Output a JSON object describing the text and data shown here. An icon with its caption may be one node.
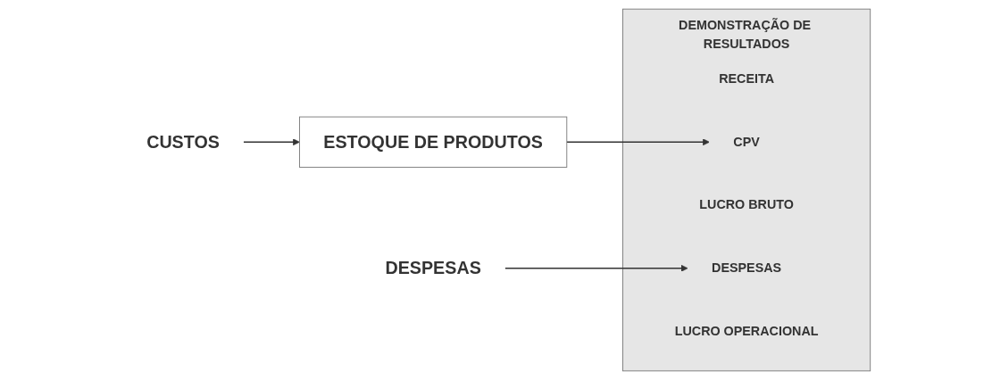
{
  "diagram": {
    "nodes": [
      {
        "text": [
          "DESPESAS"
        ]
      },
      {
        "text": [
          "CUSTOS"
        ]
      },
      {
        "text": [
          "ESTOQUE DE PRODUTOS"
        ]
      },
      {
        "text": [
          "DEMONSTRAÇÃO DE RESULTADOS"
        ]
      },
      {
        "text": [
          "RECEITA"
        ],
        "in": 3
      },
      {
        "text": [
          "CPV"
        ],
        "in": 3
      },
      {
        "text": [
          "LUCRO BRUTO"
        ],
        "in": 3
      },
      {
        "text": [
          "DESPESAS"
        ],
        "in": 3
      },
      {
        "text": [
          "LUCRO OPERACIONAL"
        ],
        "in": 3
      }
    ],
    "edges": [
      {
        "from": 0,
        "to": 7,
        "arrow": "to"
      },
      {
        "from": 1,
        "to": 2,
        "arrow": "to"
      },
      {
        "from": 2,
        "to": 5,
        "arrow": "to"
      }
    ]
  }
}
